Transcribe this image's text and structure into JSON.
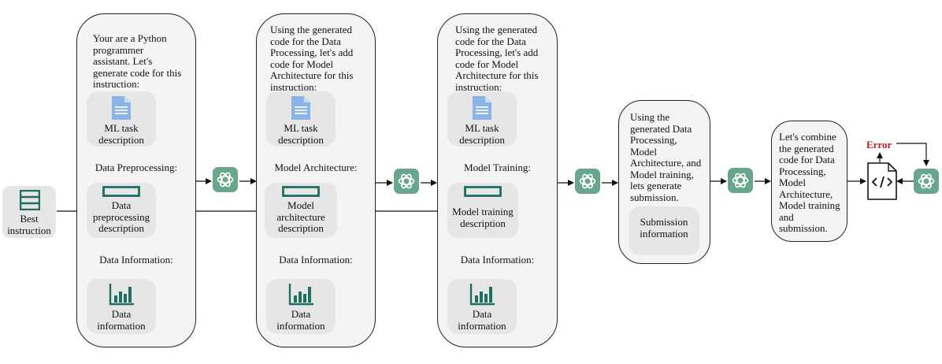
{
  "input": {
    "label": "Best\ninstruction"
  },
  "panels": [
    {
      "intro": "Your are a Python\nprogrammer\nassistant. Let's\ngenerate code for this\ninstruction:",
      "task_card": "ML task\ndescription",
      "section1": "Data Preprocessing:",
      "mid_card": "Data\npreprocessing\ndescription",
      "section2": "Data Information:",
      "info_card": "Data\ninformation"
    },
    {
      "intro": "Using the generated\ncode for the Data\nProcessing, let's add\ncode for Model\nArchitecture for this\ninstruction:",
      "task_card": "ML task\ndescription",
      "section1": "Model Architecture:",
      "mid_card": "Model\narchitecture\ndescription",
      "section2": "Data Information:",
      "info_card": "Data\ninformation"
    },
    {
      "intro": "Using the generated\ncode for the Data\nProcessing, let's add\ncode for Model\nArchitecture for this\ninstruction:",
      "task_card": "ML task\ndescription",
      "section1": "Model Training:",
      "mid_card": "Model training\ndescription",
      "section2": "Data Information:",
      "info_card": "Data\ninformation"
    }
  ],
  "submission_panel": {
    "intro": "Using the\ngenerated Data\nProcessing,\nModel\nArchitecture, and\nModel training,\nlets generate\nsubmission.",
    "card": "Submission\ninformation"
  },
  "combine_panel": {
    "text": "Let's combine\nthe generated\ncode for Data\nProcessing,\nModel\nArchitecture,\nModel training\nand\nsubmission."
  },
  "error_label": "Error",
  "icons": {
    "task": "document-icon",
    "description": "form-field-icon",
    "info": "bar-chart-icon",
    "llm": "openai-logo-icon",
    "code": "code-file-icon"
  },
  "colors": {
    "llm_badge": "#6aa58e",
    "doc_icon": "#8ab4e8",
    "teal_icon": "#1f6e62",
    "error": "#b0221a",
    "panel_fill": "#f4f4f4",
    "card_fill": "#e6e6e6"
  }
}
